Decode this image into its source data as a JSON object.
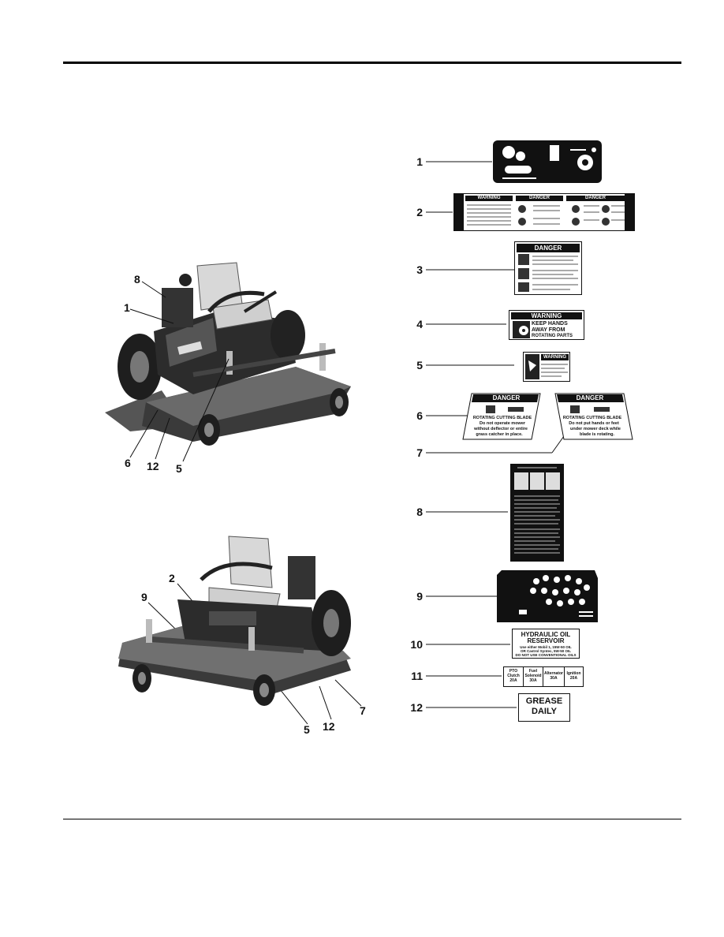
{
  "photo_callouts": {
    "top": [
      "8",
      "1",
      "6",
      "12",
      "5"
    ],
    "bottom": [
      "2",
      "9",
      "5",
      "12",
      "7"
    ]
  },
  "decals": [
    {
      "number": "1"
    },
    {
      "number": "2",
      "text": [
        "WARNING",
        "DANGER",
        "DANGER"
      ]
    },
    {
      "number": "3",
      "text": [
        "DANGER"
      ]
    },
    {
      "number": "4",
      "text": [
        "WARNING",
        "KEEP HANDS",
        "AWAY FROM",
        "ROTATING PARTS"
      ]
    },
    {
      "number": "5",
      "text": [
        "WARNING"
      ]
    },
    {
      "number": "6",
      "text": [
        "DANGER",
        "ROTATING CUTTING BLADE",
        "Do not operate mower",
        "without deflector or entire",
        "grass catcher in place."
      ]
    },
    {
      "number": "7",
      "text": [
        "DANGER",
        "ROTATING CUTTING BLADE",
        "Do not put hands or feet",
        "under mower deck while",
        "blade is rotating."
      ]
    },
    {
      "number": "8"
    },
    {
      "number": "9"
    },
    {
      "number": "10",
      "text": [
        "HYDRAULIC OIL",
        "RESERVOIR",
        "Use either Mobil 1, 15W-50 OIL",
        "OR Castrol Syntec, 5W-50 OIL",
        "DO NOT USE CONVENTIONAL OILS"
      ]
    },
    {
      "number": "11",
      "fuses": [
        {
          "name": "PTO Clutch",
          "amps": "20A"
        },
        {
          "name": "Fuel Solenoid",
          "amps": "30A"
        },
        {
          "name": "Alternator",
          "amps": "30A"
        },
        {
          "name": "Ignition",
          "amps": "20A"
        }
      ]
    },
    {
      "number": "12",
      "text": [
        "GREASE",
        "DAILY"
      ]
    }
  ]
}
